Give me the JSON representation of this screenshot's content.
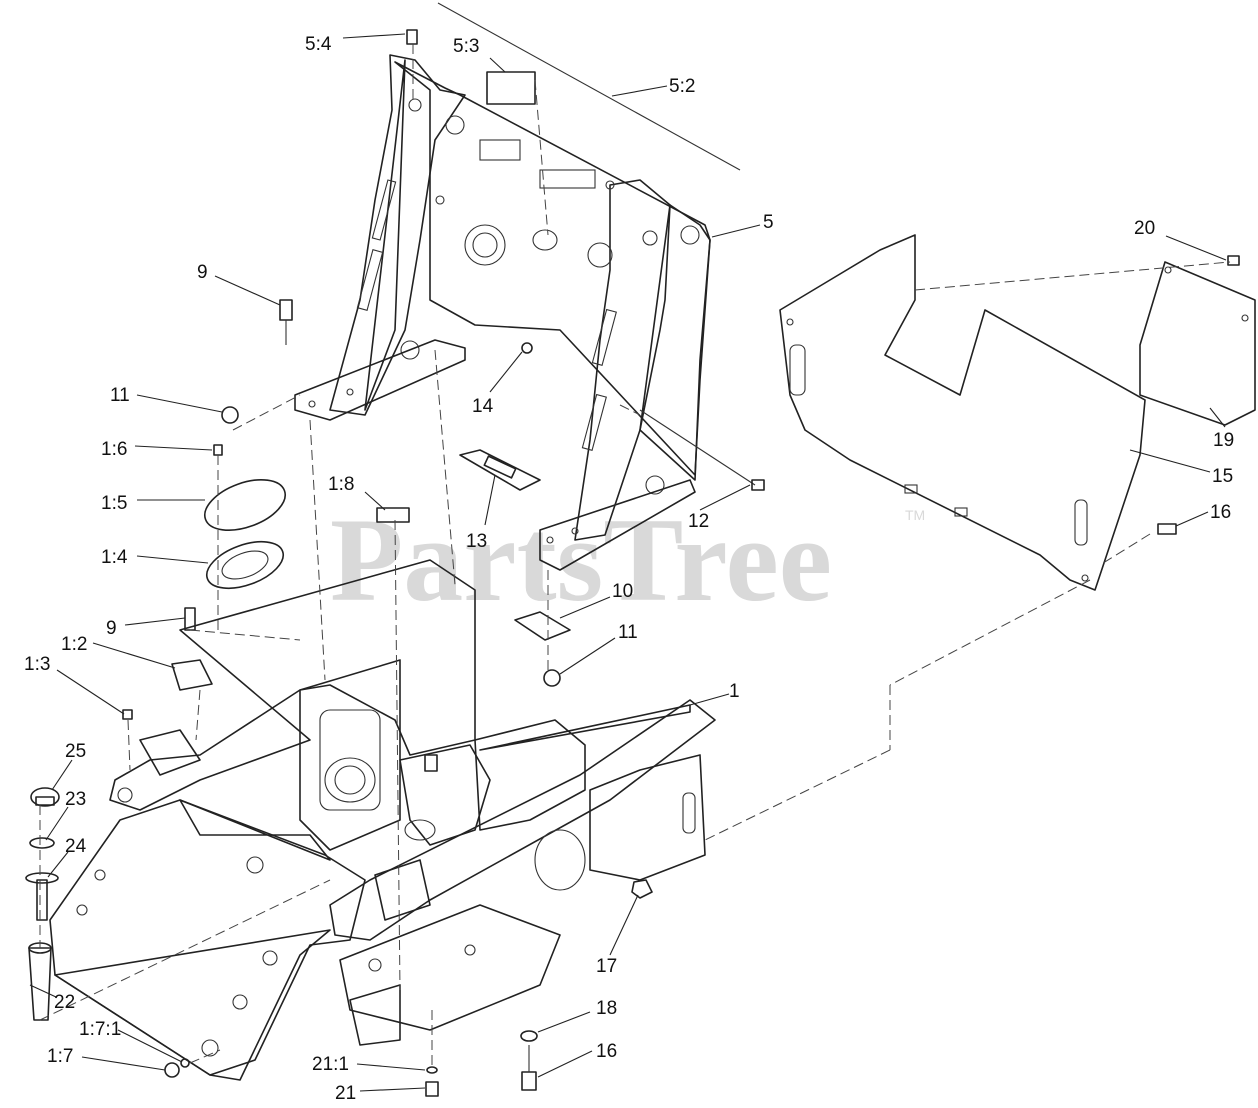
{
  "watermark": {
    "text": "PartsTree",
    "tm": "TM"
  },
  "callouts": [
    "5:4",
    "5:3",
    "5:2",
    "5",
    "9",
    "11",
    "1:6",
    "1:5",
    "1:8",
    "14",
    "1:4",
    "13",
    "12",
    "9",
    "10",
    "1:2",
    "11",
    "1:3",
    "1",
    "25",
    "23",
    "24",
    "22",
    "1:7:1",
    "1:7",
    "21:1",
    "21",
    "18",
    "16",
    "17",
    "20",
    "19",
    "15",
    "16"
  ]
}
